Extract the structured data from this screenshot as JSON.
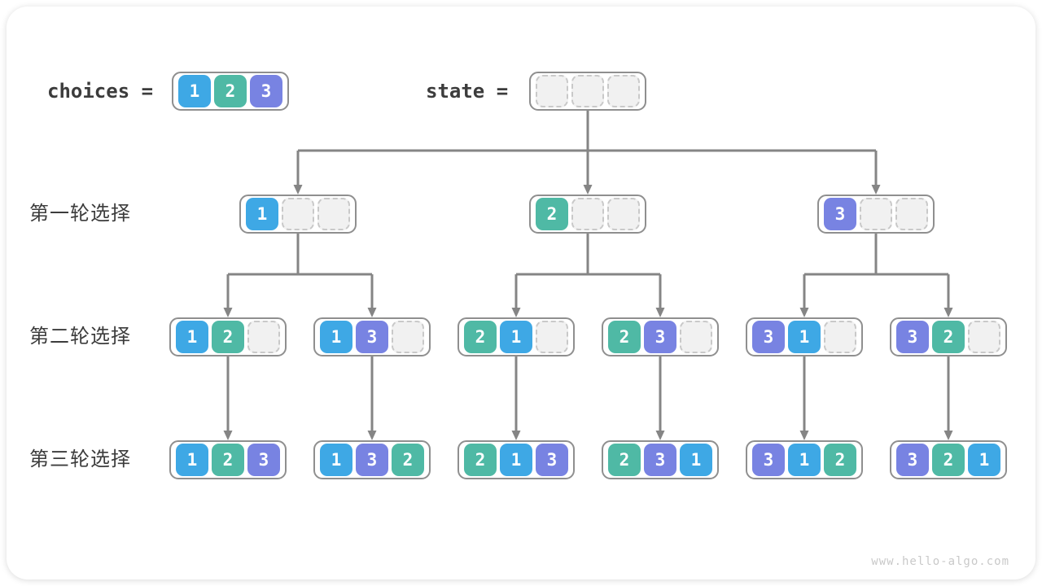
{
  "header": {
    "choices_label": "choices =",
    "state_label": "state =",
    "choices_values": [
      1,
      2,
      3
    ],
    "state_values": [
      null,
      null,
      null
    ]
  },
  "rounds": [
    "第一轮选择",
    "第二轮选择",
    "第三轮选择"
  ],
  "tree": {
    "level1": [
      [
        1,
        null,
        null
      ],
      [
        2,
        null,
        null
      ],
      [
        3,
        null,
        null
      ]
    ],
    "level2": [
      [
        1,
        2,
        null
      ],
      [
        1,
        3,
        null
      ],
      [
        2,
        1,
        null
      ],
      [
        2,
        3,
        null
      ],
      [
        3,
        1,
        null
      ],
      [
        3,
        2,
        null
      ]
    ],
    "level3": [
      [
        1,
        2,
        3
      ],
      [
        1,
        3,
        2
      ],
      [
        2,
        1,
        3
      ],
      [
        2,
        3,
        1
      ],
      [
        3,
        1,
        2
      ],
      [
        3,
        2,
        1
      ]
    ]
  },
  "colors": {
    "value_1": "#3EA8E5",
    "value_2": "#4FB9A5",
    "value_3": "#7883E2",
    "arrow": "#858585",
    "box_border": "#8F8F8F",
    "empty_fill": "#F1F1F1",
    "empty_border": "#C9C9C9",
    "label_text": "#3C3C3C",
    "watermark_text": "#C9C9C9"
  },
  "watermark": "www.hello-algo.com"
}
